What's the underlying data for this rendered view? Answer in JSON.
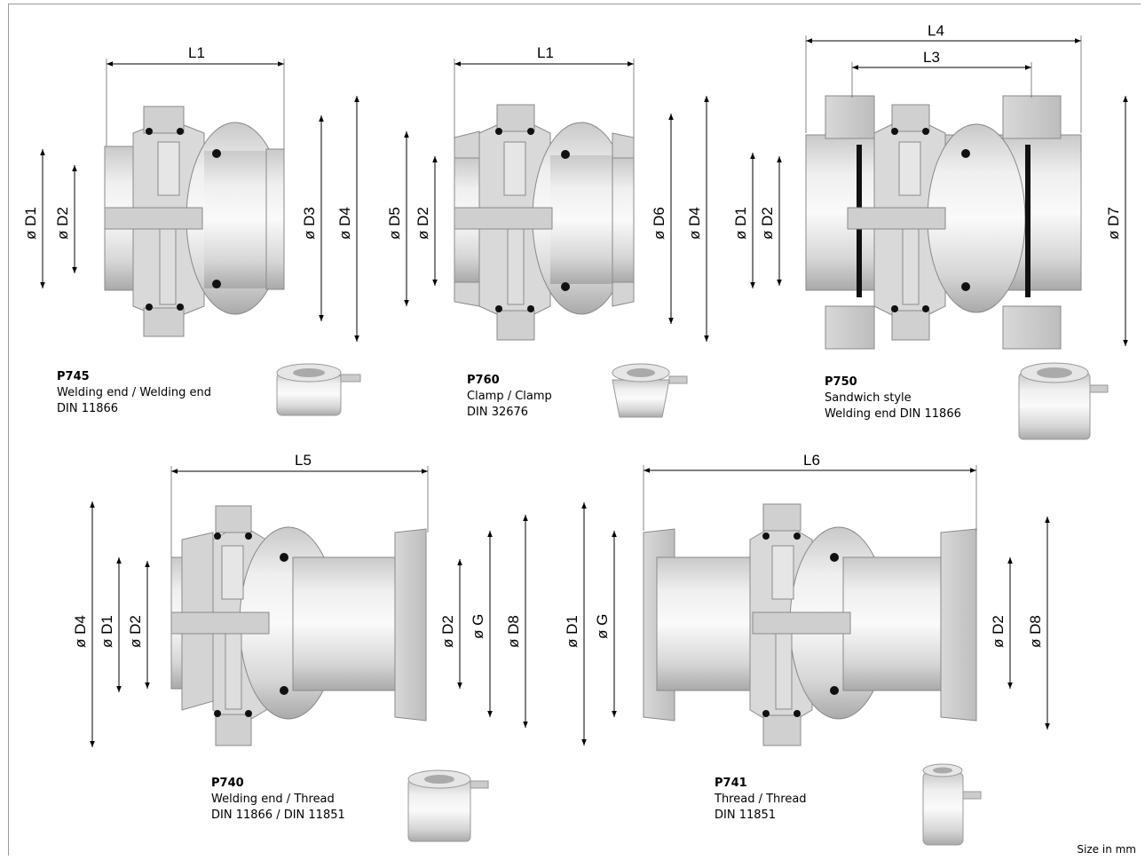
{
  "dimension_labels": {
    "L1": "L1",
    "L3": "L3",
    "L4": "L4",
    "L5": "L5",
    "L6": "L6",
    "D1": "ø D1",
    "D2": "ø D2",
    "D3": "ø D3",
    "D4": "ø D4",
    "D5": "ø D5",
    "D6": "ø D6",
    "D7": "ø D7",
    "D8": "ø D8",
    "G": "ø G"
  },
  "products": [
    {
      "model": "P745",
      "lines": [
        "Welding end / Welding end",
        "DIN 11866"
      ]
    },
    {
      "model": "P760",
      "lines": [
        "Clamp / Clamp",
        "DIN 32676"
      ]
    },
    {
      "model": "P750",
      "lines": [
        "Sandwich style",
        "Welding end DIN 11866"
      ]
    },
    {
      "model": "P740",
      "lines": [
        "Welding end / Thread",
        "DIN 11866 / DIN 11851"
      ]
    },
    {
      "model": "P741",
      "lines": [
        "Thread / Thread",
        "DIN 11851"
      ]
    }
  ],
  "note": "Size in mm",
  "colors": {
    "body_light": "#e2e2e2",
    "body_dark": "#a9a9a9",
    "outline": "#7a7a7a",
    "seal": "#111111"
  }
}
